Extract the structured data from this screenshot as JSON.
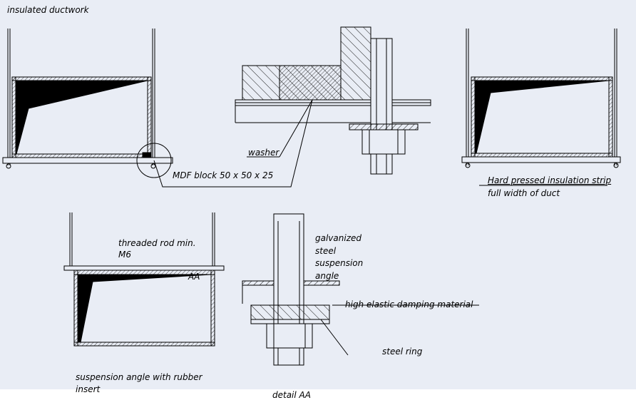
{
  "labels": {
    "title": "insulated ductwork",
    "washer": "washer",
    "mdf_block": "MDF block 50 x 50 x 25",
    "strip_line1": "Hard pressed insulation strip",
    "strip_line2": "full width of duct",
    "rod_line1": "threaded rod min.",
    "rod_line2": "M6",
    "aa": "AA",
    "galv_1": "galvanized",
    "galv_2": "steel",
    "galv_3": "suspension",
    "galv_4": "angle",
    "damping": "high elastic damping material",
    "ring": "steel ring",
    "angle_line1": "suspension angle with rubber",
    "angle_line2": "insert",
    "detail": "detail AA"
  },
  "colors": {
    "background": "#e9edf5",
    "line": "#000000",
    "insulation": "#000000"
  }
}
